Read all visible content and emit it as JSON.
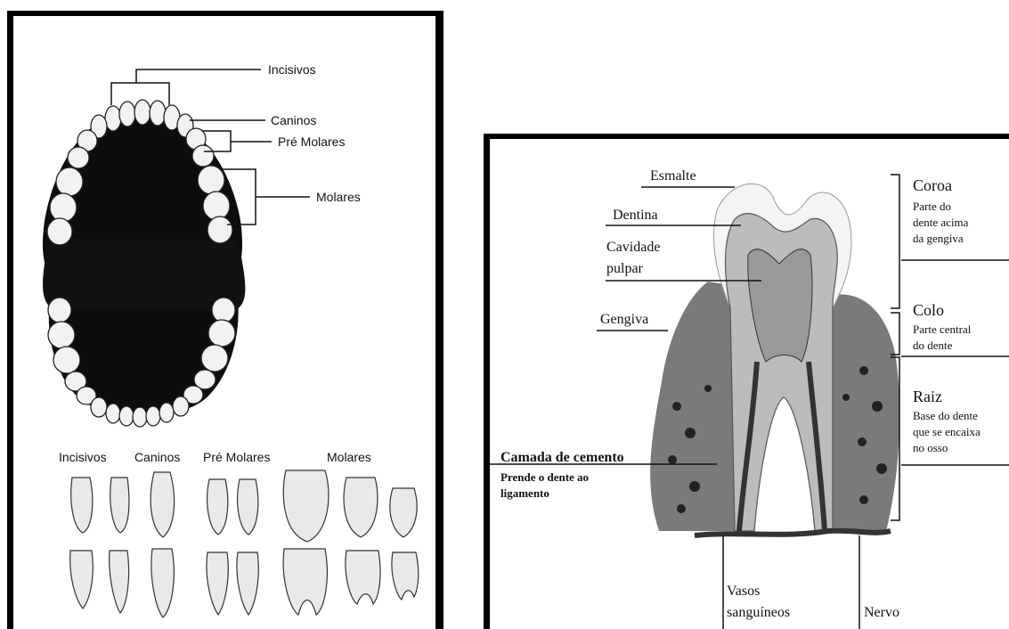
{
  "arch": {
    "incisivos": "Incisivos",
    "caninos": "Caninos",
    "pre_molares": "Pré Molares",
    "molares": "Molares"
  },
  "teeth_row": {
    "incisivos": "Incisivos",
    "caninos": "Caninos",
    "pre_molares": "Pré Molares",
    "molares": "Molares"
  },
  "tooth": {
    "esmalte": "Esmalte",
    "dentina": "Dentina",
    "cavidade_1": "Cavidade",
    "cavidade_2": "pulpar",
    "gengiva": "Gengiva",
    "cemento_title": "Camada de cemento",
    "cemento_desc_1": "Prende o dente ao",
    "cemento_desc_2": "ligamento",
    "vasos_1": "Vasos",
    "vasos_2": "sanguíneos",
    "nervo": "Nervo",
    "coroa_title": "Coroa",
    "coroa_desc_1": "Parte do",
    "coroa_desc_2": "dente acima",
    "coroa_desc_3": "da gengiva",
    "colo_title": "Colo",
    "colo_desc_1": "Parte central",
    "colo_desc_2": "do dente",
    "raiz_title": "Raiz",
    "raiz_desc_1": "Base do dente",
    "raiz_desc_2": "que se encaixa",
    "raiz_desc_3": "no osso"
  }
}
